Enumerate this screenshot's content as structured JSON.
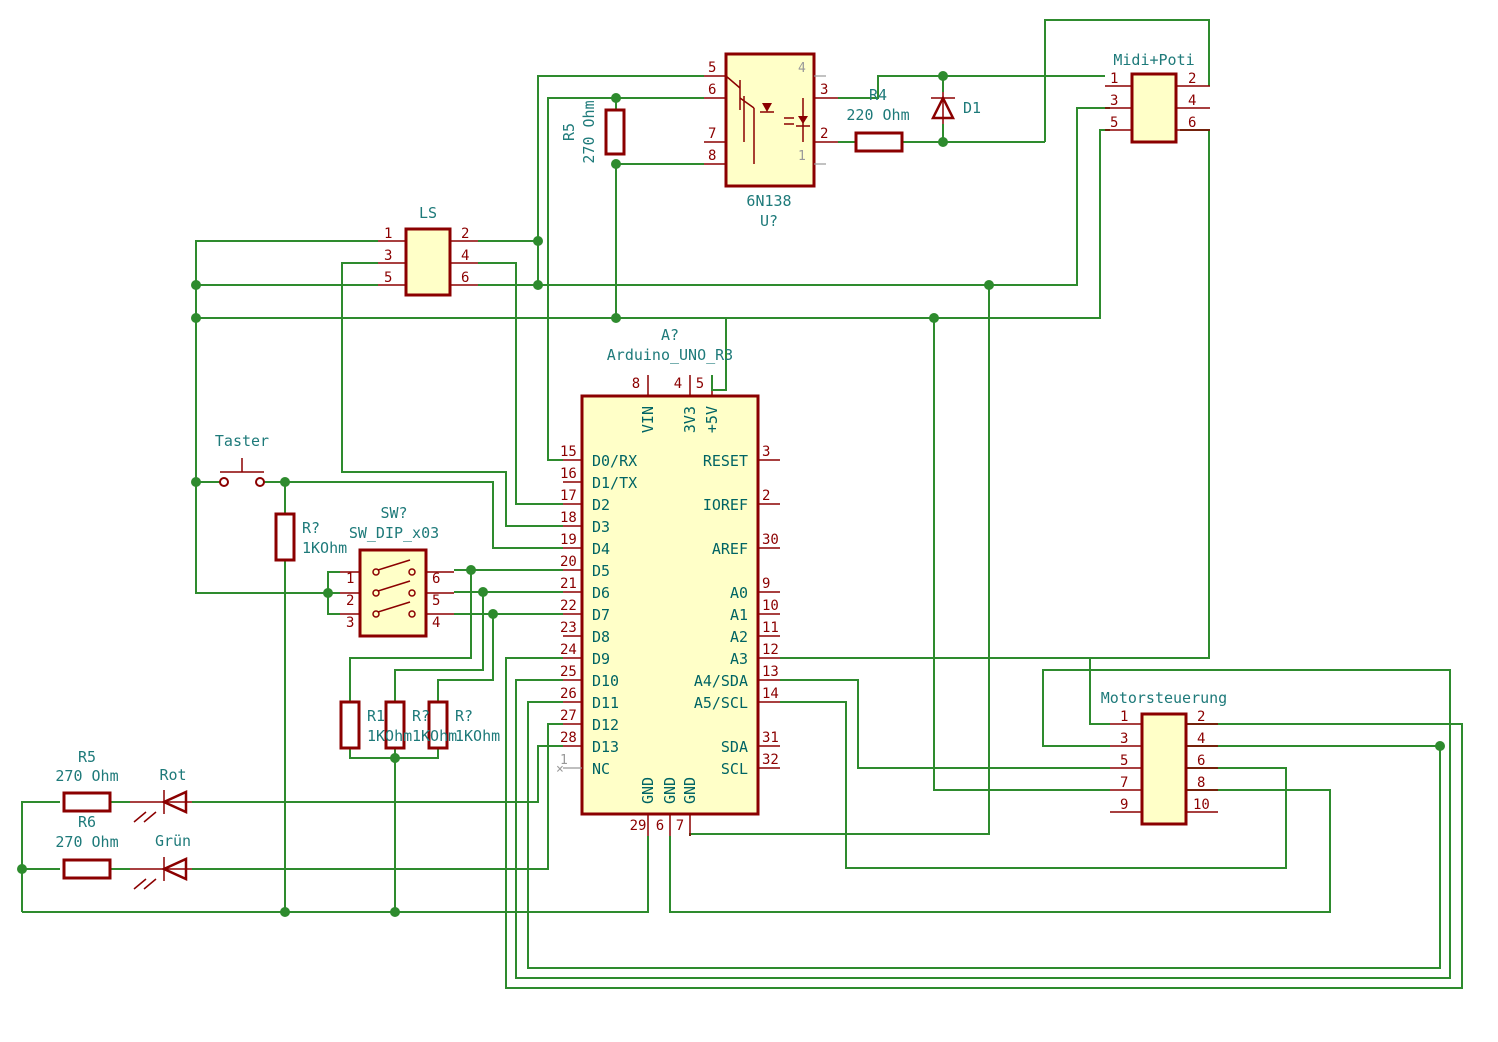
{
  "components": {
    "optocoupler": {
      "ref": "U?",
      "value": "6N138",
      "pins": [
        "5",
        "6",
        "7",
        "8",
        "4",
        "3",
        "2",
        "1"
      ]
    },
    "r5_top": {
      "ref": "R5",
      "value": "270 Ohm"
    },
    "r4": {
      "ref": "R4",
      "value": "220 Ohm"
    },
    "d1": {
      "ref": "D1"
    },
    "midi": {
      "ref": "Midi+Poti",
      "pins": [
        "1",
        "3",
        "5",
        "2",
        "4",
        "6"
      ]
    },
    "ls": {
      "ref": "LS",
      "pins": [
        "1",
        "3",
        "5",
        "2",
        "4",
        "6"
      ]
    },
    "arduino": {
      "ref": "A?",
      "value": "Arduino_UNO_R3",
      "top_pins": [
        {
          "num": "8",
          "name": "VIN"
        },
        {
          "num": "4",
          "name": "3V3"
        },
        {
          "num": "5",
          "name": "+5V"
        }
      ],
      "left_pins": [
        {
          "num": "15",
          "name": "D0/RX"
        },
        {
          "num": "16",
          "name": "D1/TX"
        },
        {
          "num": "17",
          "name": "D2"
        },
        {
          "num": "18",
          "name": "D3"
        },
        {
          "num": "19",
          "name": "D4"
        },
        {
          "num": "20",
          "name": "D5"
        },
        {
          "num": "21",
          "name": "D6"
        },
        {
          "num": "22",
          "name": "D7"
        },
        {
          "num": "23",
          "name": "D8"
        },
        {
          "num": "24",
          "name": "D9"
        },
        {
          "num": "25",
          "name": "D10"
        },
        {
          "num": "26",
          "name": "D11"
        },
        {
          "num": "27",
          "name": "D12"
        },
        {
          "num": "28",
          "name": "D13"
        },
        {
          "num": "1",
          "name": "NC"
        }
      ],
      "right_pins": [
        {
          "num": "3",
          "name": "RESET"
        },
        {
          "num": "2",
          "name": "IOREF"
        },
        {
          "num": "30",
          "name": "AREF"
        },
        {
          "num": "9",
          "name": "A0"
        },
        {
          "num": "10",
          "name": "A1"
        },
        {
          "num": "11",
          "name": "A2"
        },
        {
          "num": "12",
          "name": "A3"
        },
        {
          "num": "13",
          "name": "A4/SDA"
        },
        {
          "num": "14",
          "name": "A5/SCL"
        },
        {
          "num": "31",
          "name": "SDA"
        },
        {
          "num": "32",
          "name": "SCL"
        }
      ],
      "bottom_pins": [
        {
          "num": "29",
          "name": "GND"
        },
        {
          "num": "6",
          "name": "GND"
        },
        {
          "num": "7",
          "name": "GND"
        }
      ]
    },
    "taster": {
      "ref": "Taster"
    },
    "r_taster": {
      "ref": "R?",
      "value": "1KOhm"
    },
    "sw": {
      "ref": "SW?",
      "value": "SW_DIP_x03",
      "pins": [
        "1",
        "2",
        "3",
        "6",
        "5",
        "4"
      ]
    },
    "r1": {
      "ref": "R1",
      "value": "1KOhm"
    },
    "r2": {
      "ref": "R?",
      "value": "1KOhm"
    },
    "r3": {
      "ref": "R?",
      "value": "1KOhm"
    },
    "r5_led": {
      "ref": "R5",
      "value": "270 Ohm"
    },
    "r6_led": {
      "ref": "R6",
      "value": "270 Ohm"
    },
    "led_rot": {
      "ref": "Rot"
    },
    "led_gruen": {
      "ref": "Grün"
    },
    "motor": {
      "ref": "Motorsteuerung",
      "pins": [
        "1",
        "3",
        "5",
        "7",
        "9",
        "2",
        "4",
        "6",
        "8",
        "10"
      ]
    }
  },
  "colors": {
    "wire": "#2e8b2e",
    "component": "#8b0000",
    "fill": "#ffffc8",
    "text": "#1e7a7a"
  }
}
